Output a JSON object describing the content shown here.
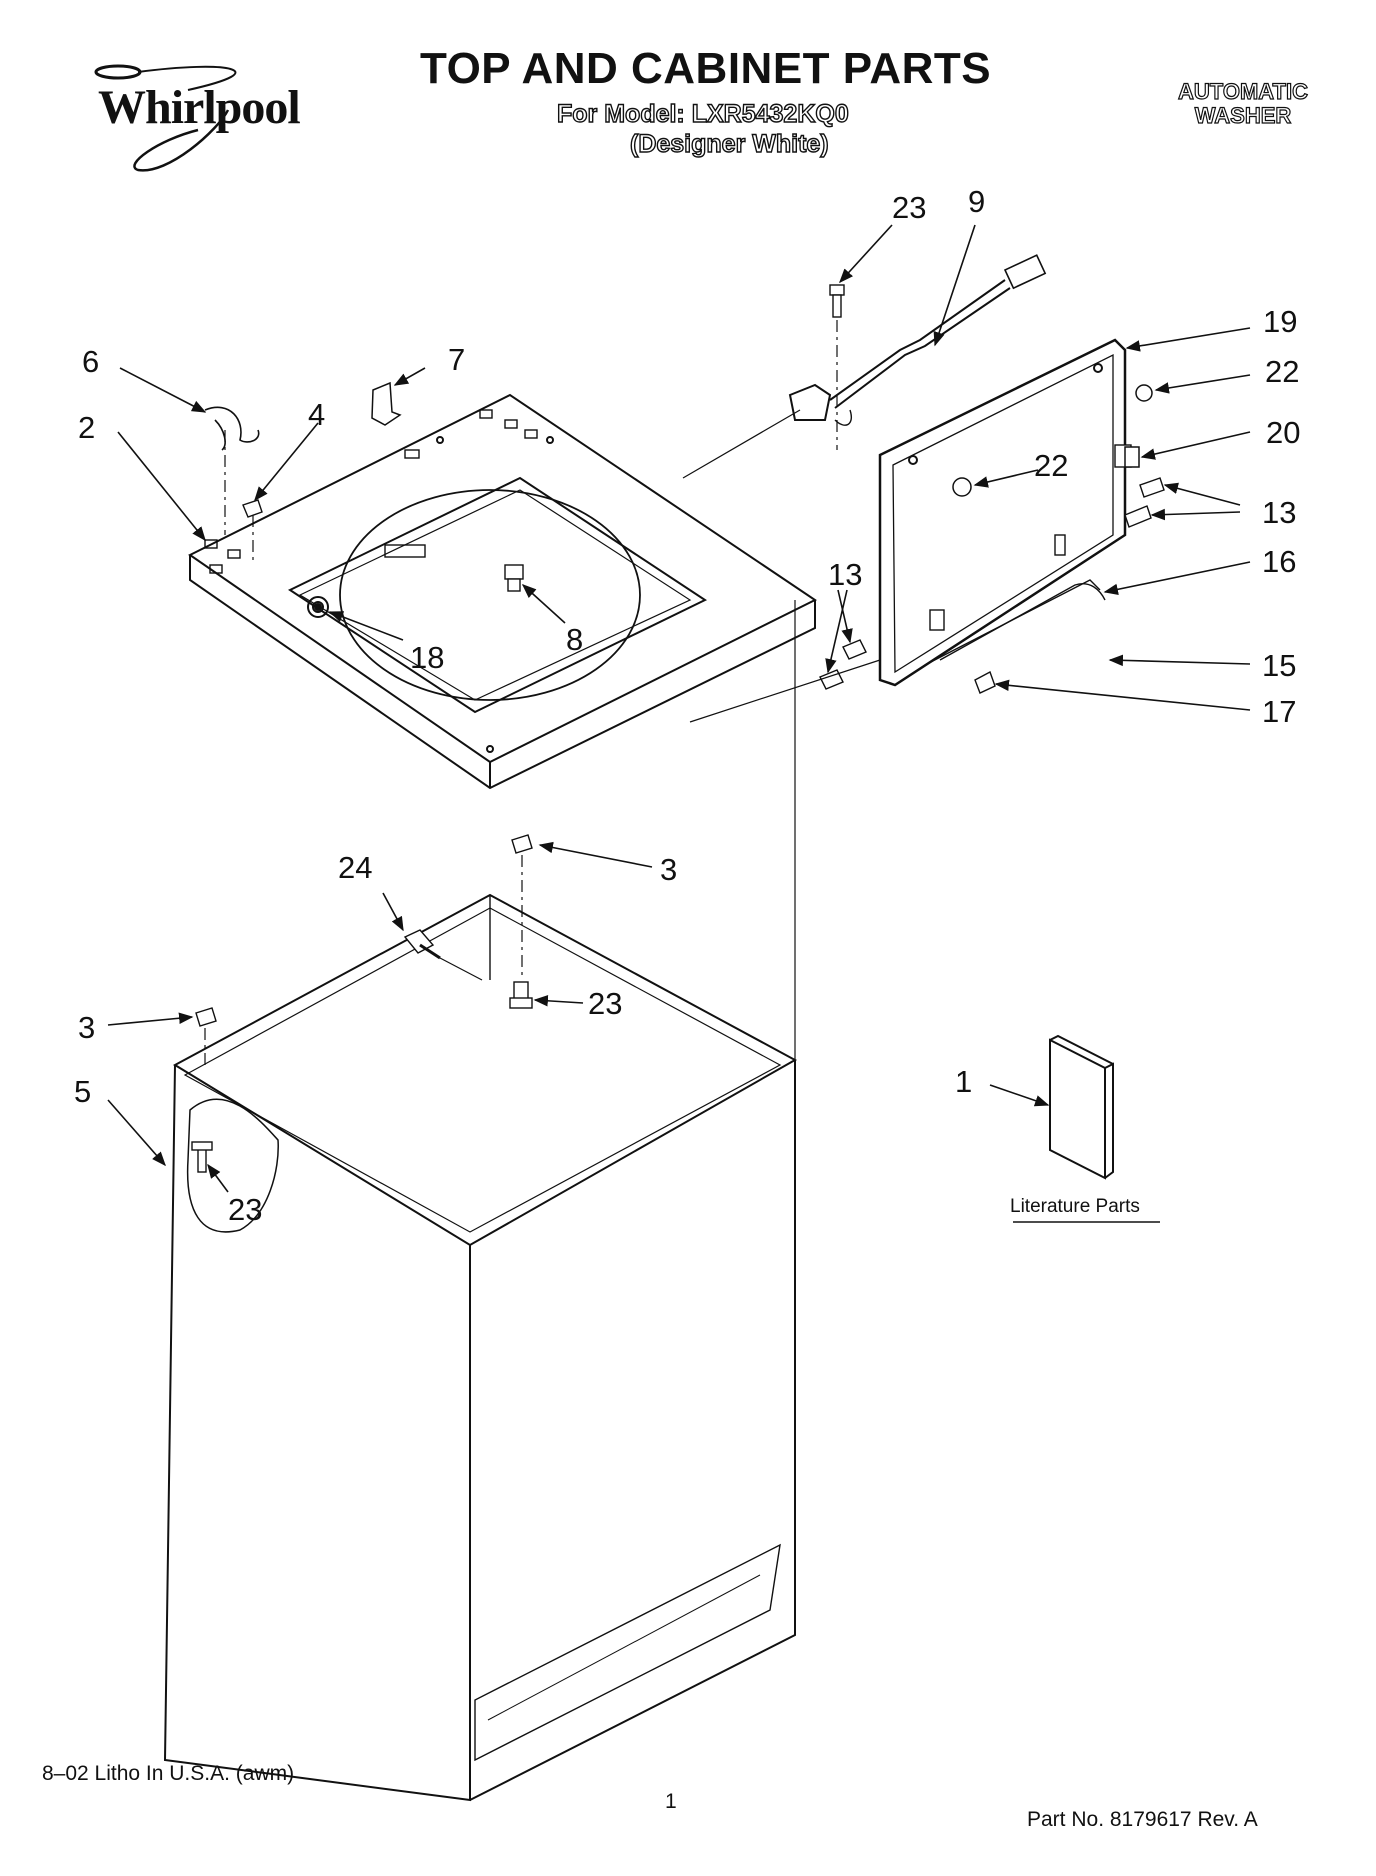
{
  "header": {
    "brand": "Whirlpool",
    "title": "TOP AND CABINET PARTS",
    "model_line": "For Model: LXR5432KQ0",
    "variant_line": "(Designer White)",
    "product_line1": "AUTOMATIC",
    "product_line2": "WASHER"
  },
  "callouts": {
    "c1": "1",
    "c2": "2",
    "c3a": "3",
    "c3b": "3",
    "c4": "4",
    "c5": "5",
    "c6": "6",
    "c7": "7",
    "c8": "8",
    "c9": "9",
    "c13a": "13",
    "c13b": "13",
    "c15": "15",
    "c16": "16",
    "c17": "17",
    "c18": "18",
    "c19": "19",
    "c20": "20",
    "c22a": "22",
    "c22b": "22",
    "c23a": "23",
    "c23b": "23",
    "c23c": "23",
    "c24": "24"
  },
  "literature_label": "Literature Parts",
  "footer": {
    "left": "8–02 Litho In U.S.A. (awm)",
    "page": "1",
    "right": "Part No. 8179617 Rev. A"
  },
  "colors": {
    "ink": "#111111",
    "paper": "#ffffff"
  }
}
